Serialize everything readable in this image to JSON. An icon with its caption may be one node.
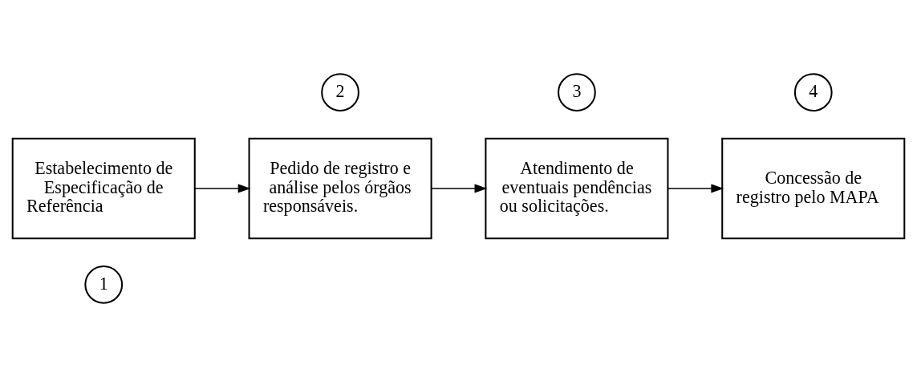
{
  "diagram": {
    "nodes": [
      {
        "text": [
          "1"
        ]
      },
      {
        "text": [
          "Estabelecimento de Especificação de Referência"
        ]
      },
      {
        "text": [
          "2"
        ]
      },
      {
        "text": [
          "Pedido de registro e análise pelos órgãos responsáveis."
        ]
      },
      {
        "text": [
          "3"
        ]
      },
      {
        "text": [
          "Atendimento de eventuais pendências ou solicitações."
        ]
      },
      {
        "text": [
          "4"
        ]
      },
      {
        "text": [
          "Concessão de registro pelo MAPA"
        ]
      }
    ],
    "edges": [
      {
        "from": 1,
        "to": 3,
        "arrow": "to"
      },
      {
        "from": 3,
        "to": 5,
        "arrow": "to"
      },
      {
        "from": 5,
        "to": 7,
        "arrow": "to"
      }
    ]
  }
}
